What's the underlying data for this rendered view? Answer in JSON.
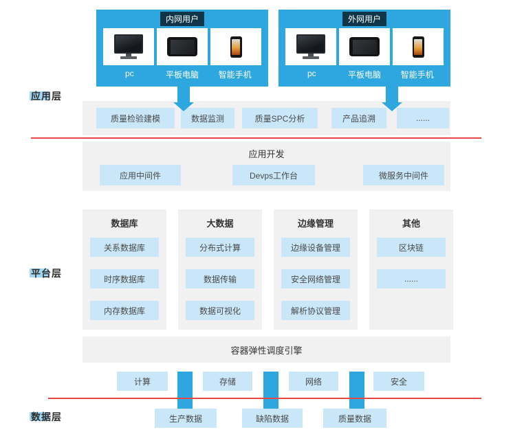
{
  "layers": {
    "app_label": "应用层",
    "platform_label": "平台层",
    "data_label": "数据层"
  },
  "user_groups": [
    {
      "title": "内网用户",
      "devices": [
        {
          "label": "pc",
          "icon": "desktop-icon"
        },
        {
          "label": "平板电脑",
          "icon": "tablet-icon"
        },
        {
          "label": "智能手机",
          "icon": "smartphone-icon"
        }
      ]
    },
    {
      "title": "外网用户",
      "devices": [
        {
          "label": "pc",
          "icon": "desktop-icon"
        },
        {
          "label": "平板电脑",
          "icon": "tablet-icon"
        },
        {
          "label": "智能手机",
          "icon": "smartphone-icon"
        }
      ]
    }
  ],
  "app_layer": {
    "items": [
      "质量检验建模",
      "数据监测",
      "质量SPC分析",
      "产品追溯",
      "......"
    ]
  },
  "app_dev": {
    "title": "应用开发",
    "items": [
      "应用中间件",
      "Devps工作台",
      "微服务中间件"
    ]
  },
  "platform": {
    "columns": [
      {
        "title": "数据库",
        "items": [
          "关系数据库",
          "时序数据库",
          "内存数据库"
        ]
      },
      {
        "title": "大数据",
        "items": [
          "分布式计算",
          "数据传输",
          "数据可视化"
        ]
      },
      {
        "title": "边缘管理",
        "items": [
          "边缘设备管理",
          "安全网络管理",
          "解析协议管理"
        ]
      },
      {
        "title": "其他",
        "items": [
          "区块链",
          "......"
        ]
      }
    ],
    "engine": "容器弹性调度引擎",
    "infra": [
      "计算",
      "存储",
      "网络",
      "安全"
    ]
  },
  "data_layer": {
    "items": [
      "生产数据",
      "缺陷数据",
      "质量数据"
    ]
  },
  "colors": {
    "brand_blue": "#2ea7e0",
    "light_blue": "#c9e7f8",
    "panel_gray": "#f1f1f1",
    "red_line": "#e84545"
  }
}
